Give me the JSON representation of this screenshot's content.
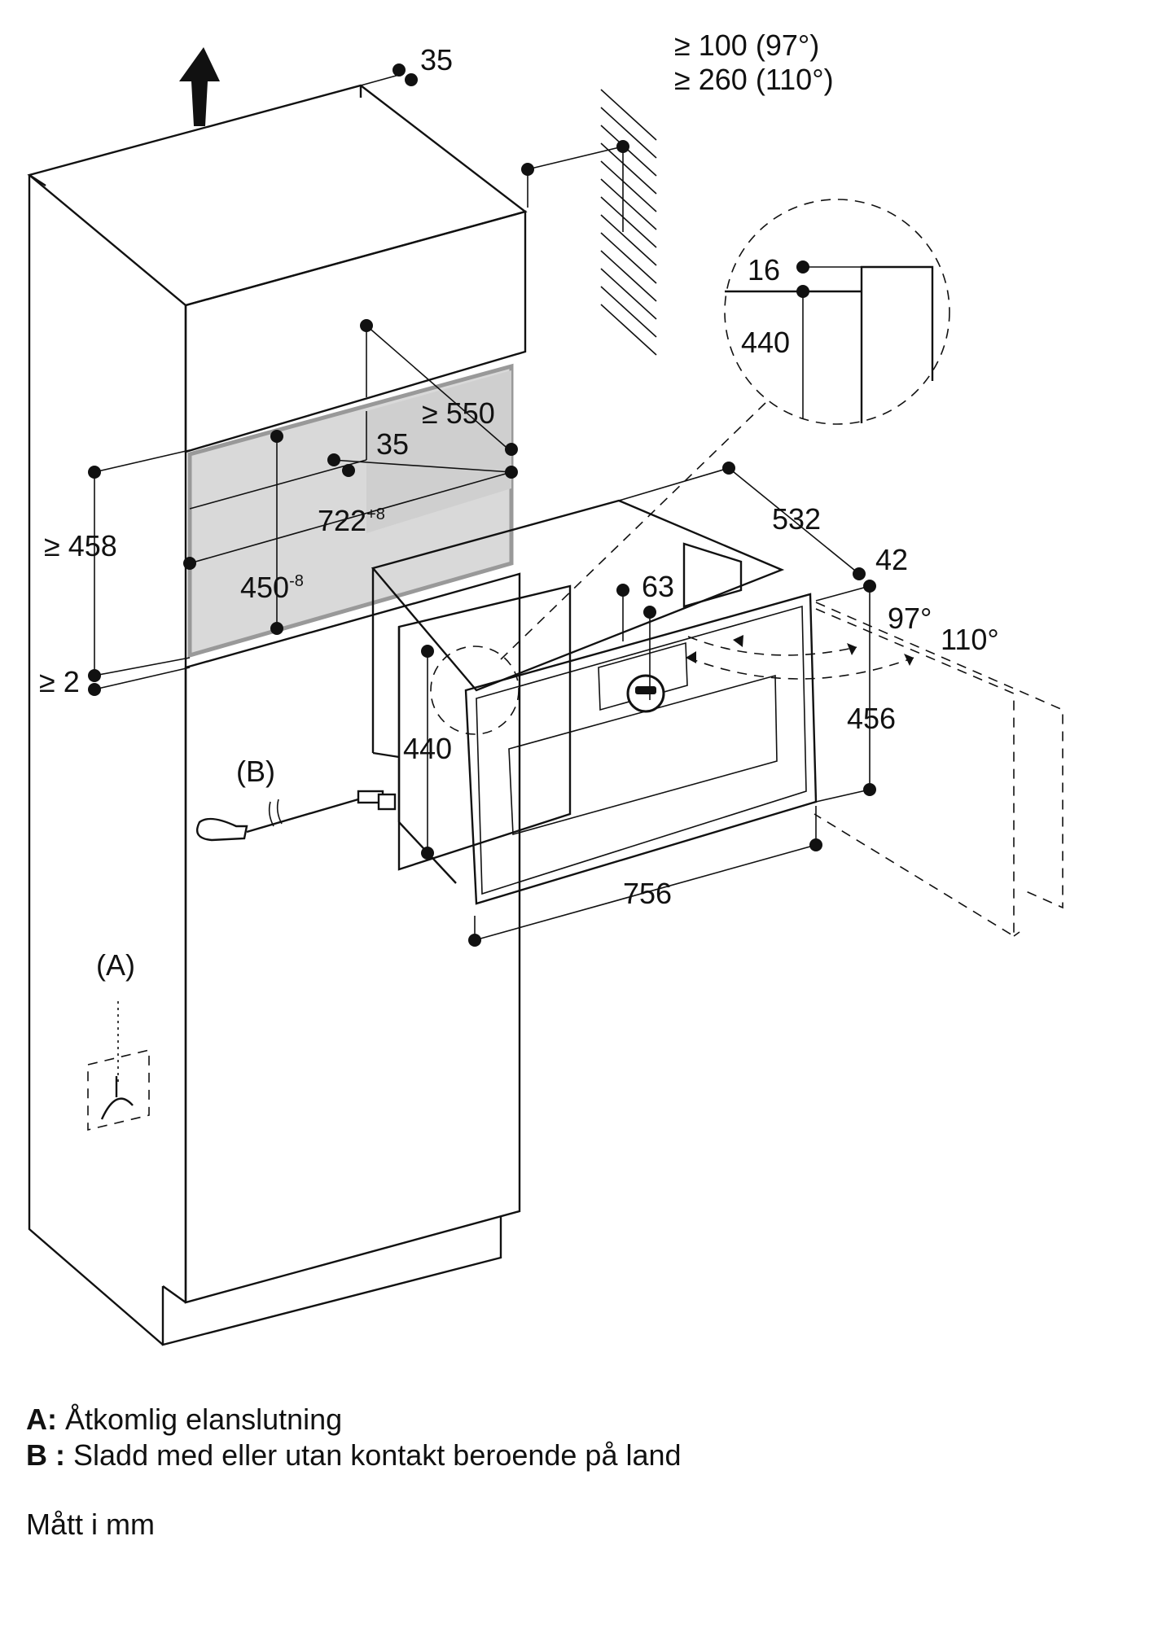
{
  "dimensions": {
    "top_gap": "35",
    "vent_97": "≥ 100 (97°)",
    "vent_110": "≥ 260 (110°)",
    "detail_16": "16",
    "detail_440": "440",
    "depth_min": "≥ 550",
    "inner_35": "35",
    "niche_width": "722",
    "niche_width_tol": "+8",
    "niche_height": "450",
    "niche_height_tol": "-8",
    "niche_min_height": "≥ 458",
    "bottom_gap": "≥ 2",
    "depth_532": "532",
    "front_42": "42",
    "panel_63": "63",
    "angle_97": "97°",
    "angle_110": "110°",
    "front_height": "456",
    "body_height": "440",
    "width": "756"
  },
  "markers": {
    "a": "(A)",
    "b": "(B)"
  },
  "legend": {
    "a_key": "A:",
    "a_text": "Åtkomlig elanslutning",
    "b_key": "B :",
    "b_text": "Sladd med eller utan kontakt beroende på land"
  },
  "units": "Mått i mm",
  "icons": [
    "arrow-up-icon",
    "power-plug-icon",
    "junction-box-icon",
    "door-knob-icon",
    "vent-grille-icon"
  ]
}
